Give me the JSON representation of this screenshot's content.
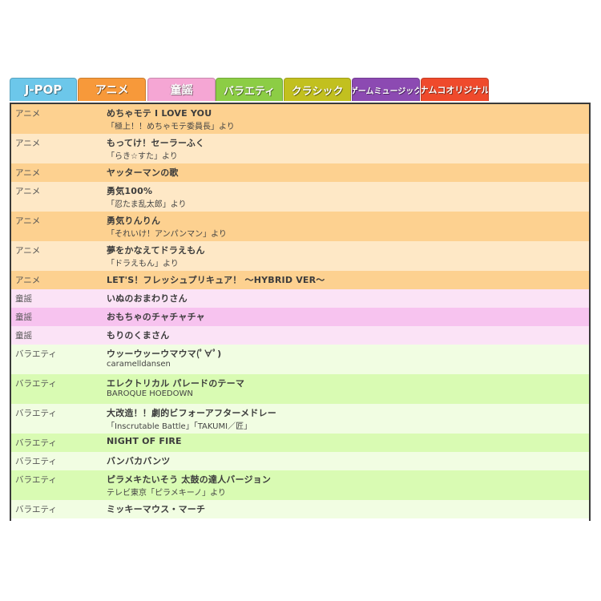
{
  "tabs": [
    {
      "label": "J-POP",
      "color": "#6cc7ea"
    },
    {
      "label": "アニメ",
      "color": "#f7993a"
    },
    {
      "label": "童謡",
      "color": "#f5a6d4"
    },
    {
      "label": "バラエティ",
      "color": "#8ccd45"
    },
    {
      "label": "クラシック",
      "color": "#c2c01f"
    },
    {
      "label": "ゲームミュージック",
      "color": "#8c4ab2"
    },
    {
      "label": "ナムコオリジナル",
      "color": "#ef4a2c"
    }
  ],
  "rows": [
    {
      "category": "アニメ",
      "title": "めちゃモテ I LOVE YOU",
      "subtitle": "「極上！！めちゃモテ委員長」より"
    },
    {
      "category": "アニメ",
      "title": "もってけ！セーラーふく",
      "subtitle": "「らき☆すた」より"
    },
    {
      "category": "アニメ",
      "title": "ヤッターマンの歌",
      "subtitle": ""
    },
    {
      "category": "アニメ",
      "title": "勇気100%",
      "subtitle": "「忍たま乱太郎」より"
    },
    {
      "category": "アニメ",
      "title": "勇気りんりん",
      "subtitle": "「それいけ！アンパンマン」より"
    },
    {
      "category": "アニメ",
      "title": "夢をかなえてドラえもん",
      "subtitle": "「ドラえもん」より"
    },
    {
      "category": "アニメ",
      "title": "LET'S！フレッシュプリキュア！ ～HYBRID VER～",
      "subtitle": ""
    },
    {
      "category": "童謡",
      "title": "いぬのおまわりさん",
      "subtitle": ""
    },
    {
      "category": "童謡",
      "title": "おもちゃのチャチャチャ",
      "subtitle": ""
    },
    {
      "category": "童謡",
      "title": "もりのくまさん",
      "subtitle": ""
    },
    {
      "category": "バラエティ",
      "title": "ウッーウッーウマウマ(ﾟ∀ﾟ)",
      "subtitle": "caramelldansen"
    },
    {
      "category": "バラエティ",
      "title": "エレクトリカル パレードのテーマ",
      "subtitle": "BAROQUE HOEDOWN"
    },
    {
      "category": "バラエティ",
      "title": "大改造！！劇的ビフォーアフターメドレー",
      "subtitle": "「Inscrutable Battle」「TAKUMI／匠」"
    },
    {
      "category": "バラエティ",
      "title": "NIGHT OF FIRE",
      "subtitle": ""
    },
    {
      "category": "バラエティ",
      "title": "バンバカバンツ",
      "subtitle": ""
    },
    {
      "category": "バラエティ",
      "title": "ピラメキたいそう 太鼓の達人バージョン",
      "subtitle": "テレビ東京「ピラメキーノ」より"
    },
    {
      "category": "バラエティ",
      "title": "ミッキーマウス・マーチ",
      "subtitle": ""
    }
  ],
  "colors": {
    "アニメ": [
      "#fdd190",
      "#fee8c6"
    ],
    "童謡": [
      "#fbe3f6",
      "#f7c3ef"
    ],
    "バラエティ": [
      "#f1fde2",
      "#d9fbb3"
    ]
  }
}
